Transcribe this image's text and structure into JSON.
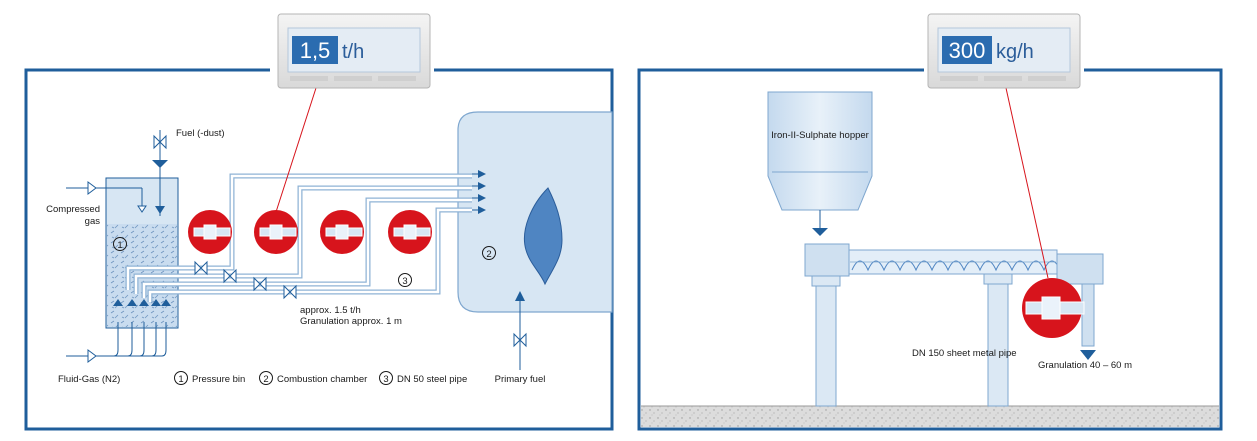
{
  "left_panel": {
    "display": {
      "value": "1,5",
      "unit": "t/h"
    },
    "labels": {
      "fuel": "Fuel (-dust)",
      "compressed_gas_1": "Compressed",
      "compressed_gas_2": "gas",
      "fluid_gas": "Fluid-Gas (N2)",
      "legend_1": "Pressure bin",
      "legend_2": "Combustion chamber",
      "legend_3": "DN 50 steel pipe",
      "marker_1": "1",
      "marker_2": "2",
      "marker_3": "3",
      "primary_fuel": "Primary fuel",
      "approx_1": "approx. 1.5 t/h",
      "approx_2": "Granulation approx. 1 m"
    }
  },
  "right_panel": {
    "display": {
      "value": "300",
      "unit": "kg/h"
    },
    "labels": {
      "hopper": "Iron-II-Sulphate hopper",
      "pipe": "DN 150 sheet metal pipe",
      "granulation": "Granulation 40 – 60 m"
    }
  },
  "colors": {
    "frame": "#1f5e9b",
    "sensor": "#d7141c",
    "fill": "#d7e6f3",
    "pipe": "#8fb3d6",
    "display_value_bg": "#2b6cb0"
  }
}
